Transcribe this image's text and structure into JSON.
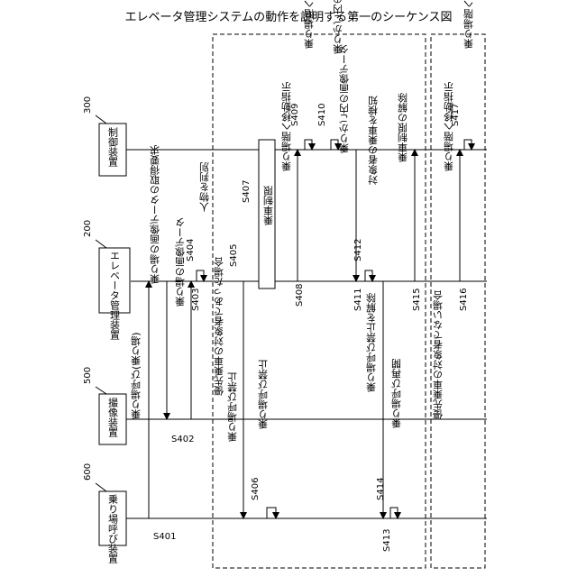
{
  "title": "エレベータ管理システムの動作を説明する第一のシーケンス図",
  "actors": [
    {
      "ref": "600",
      "name": "乗り場呼び装置"
    },
    {
      "ref": "500",
      "name": "撮像装置"
    },
    {
      "ref": "200",
      "name": "エレベータ管理装置"
    },
    {
      "ref": "300",
      "name": "制御装置"
    }
  ],
  "frames": {
    "case_priority": "優先乗車の対象者であった場合",
    "case_not_priority": "優先乗車の対象者でない場合"
  },
  "steps": {
    "S401": {
      "id": "S401",
      "text": "乗り場呼び(乗り場)"
    },
    "S402": {
      "id": "S402",
      "text": "乗り場の画像データの取得要求"
    },
    "S403": {
      "id": "S403",
      "text": "乗り場の画像データ"
    },
    "S404": {
      "id": "S404",
      "text": "人物を判別"
    },
    "S405": {
      "id": "S405",
      "text": "乗り場呼び禁止"
    },
    "S406": {
      "id": "S406",
      "text": "乗り場呼び禁止"
    },
    "S407": {
      "id": "S407",
      "text": "乗車制限"
    },
    "S408": {
      "id": "S408",
      "text": "乗り場階へ移動指示"
    },
    "S409": {
      "id": "S409",
      "text": "乗り場階へ移動"
    },
    "S410": {
      "id": "S410",
      "text": "乗りかご内の画像データを取得"
    },
    "S411": {
      "id": "S411",
      "text": "乗りかご内の画像データ"
    },
    "S412": {
      "id": "S412",
      "text": "対象者の乗車を検知"
    },
    "S413": {
      "id": "S413",
      "text": "乗り場呼び禁止を解除"
    },
    "S414": {
      "id": "S414",
      "text": "乗り場呼び再開"
    },
    "S415": {
      "id": "S415",
      "text": "乗車制限の解除"
    },
    "S416": {
      "id": "S416",
      "text": "乗り場階へ移動指示"
    },
    "S417": {
      "id": "S417",
      "text": "乗り場階へ移動"
    }
  }
}
